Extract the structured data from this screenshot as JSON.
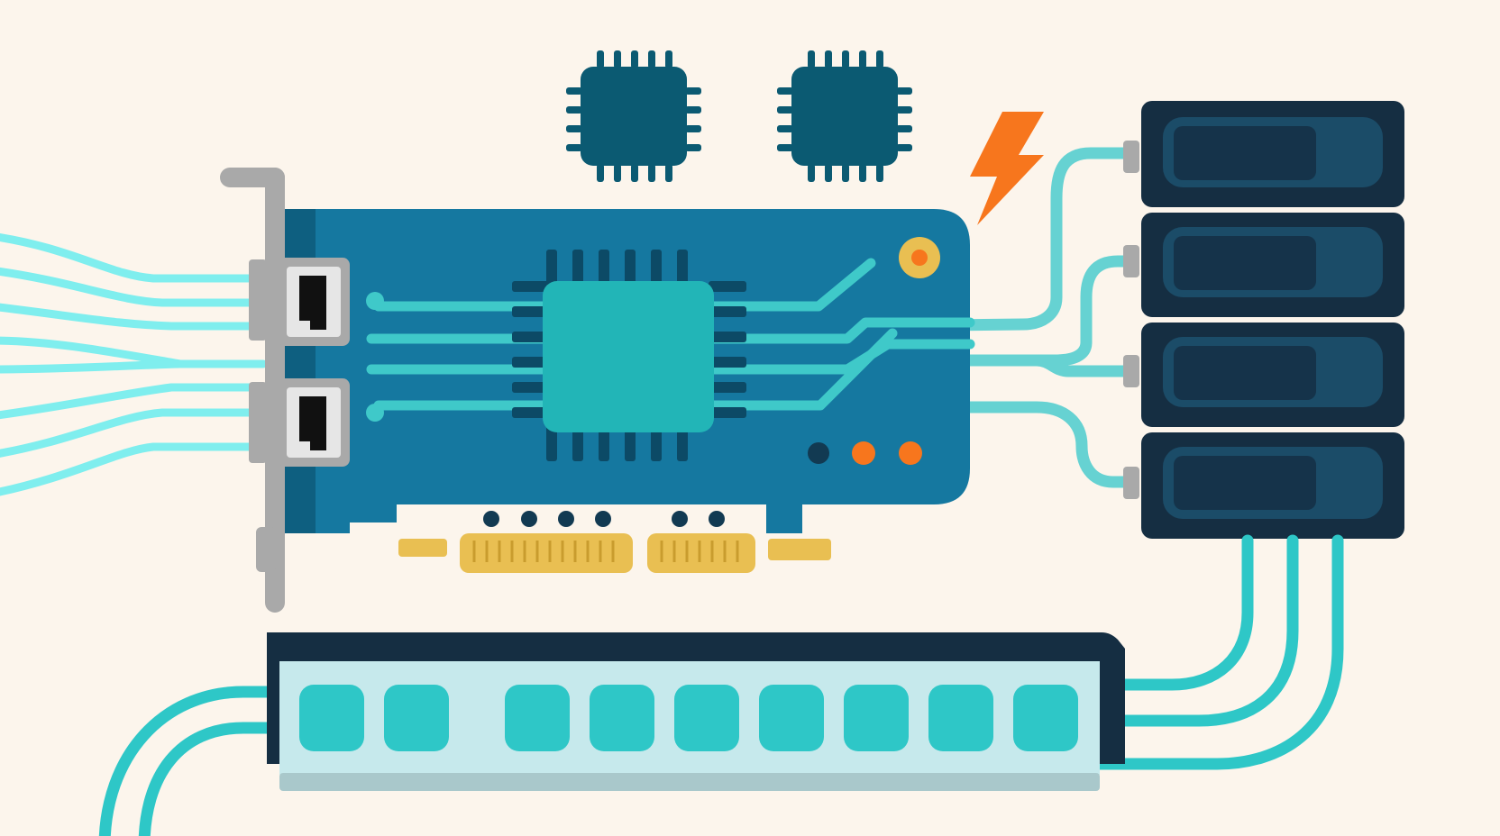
{
  "palette": {
    "background": "#fcf5ec",
    "board": "#1578a0",
    "board_dark": "#0e5f80",
    "trace": "#3fc9c9",
    "fiber": "#7feeee",
    "processor": "#22b5b7",
    "chip": "#0b5a72",
    "drive": "#152e42",
    "drive_inner": "#1b4c68",
    "bracket": "#a9a9a9",
    "gold": "#e9bf52",
    "accent_orange": "#f7761d",
    "switch_body": "#c6e9ec",
    "switch_top": "#152e42",
    "switch_port": "#2ec7c7",
    "cable": "#2ec7c7"
  },
  "icons": {
    "lightning": "lightning-bolt-icon",
    "chip": "microchip-icon",
    "ethernet": "rj45-port-icon",
    "drive": "storage-drive-icon",
    "switch": "network-switch-icon"
  },
  "counts": {
    "network_ports": 2,
    "storage_drives": 4,
    "switch_ports": 9,
    "small_chips": 2
  }
}
